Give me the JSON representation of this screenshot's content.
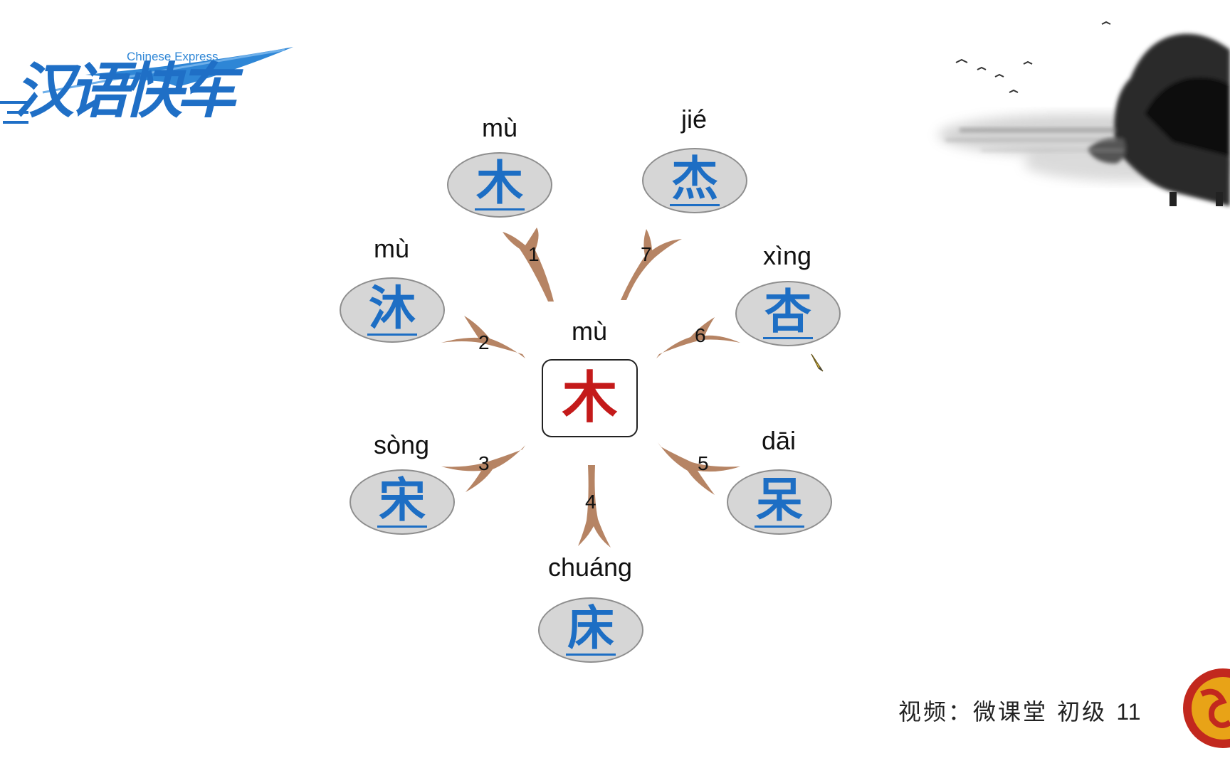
{
  "logo": {
    "subtitle": "Chinese Express",
    "title": "汉语快车"
  },
  "center": {
    "pinyin": "mù",
    "char": "木"
  },
  "nodes": [
    {
      "num": "1",
      "pinyin": "mù",
      "char": "木"
    },
    {
      "num": "2",
      "pinyin": "mù",
      "char": "沐"
    },
    {
      "num": "3",
      "pinyin": "sòng",
      "char": "宋"
    },
    {
      "num": "4",
      "pinyin": "chuáng",
      "char": "床"
    },
    {
      "num": "5",
      "pinyin": "dāi",
      "char": "呆"
    },
    {
      "num": "6",
      "pinyin": "xìng",
      "char": "杏"
    },
    {
      "num": "7",
      "pinyin": "jié",
      "char": "杰"
    }
  ],
  "footer": {
    "label": "视频：微课堂 初级",
    "number": "11"
  },
  "colors": {
    "center_char": "#c41a1a",
    "node_char": "#1d6ec4",
    "node_fill": "#d6d6d6",
    "branch": "#b07a57",
    "logo_blue": "#1f6fc6"
  }
}
